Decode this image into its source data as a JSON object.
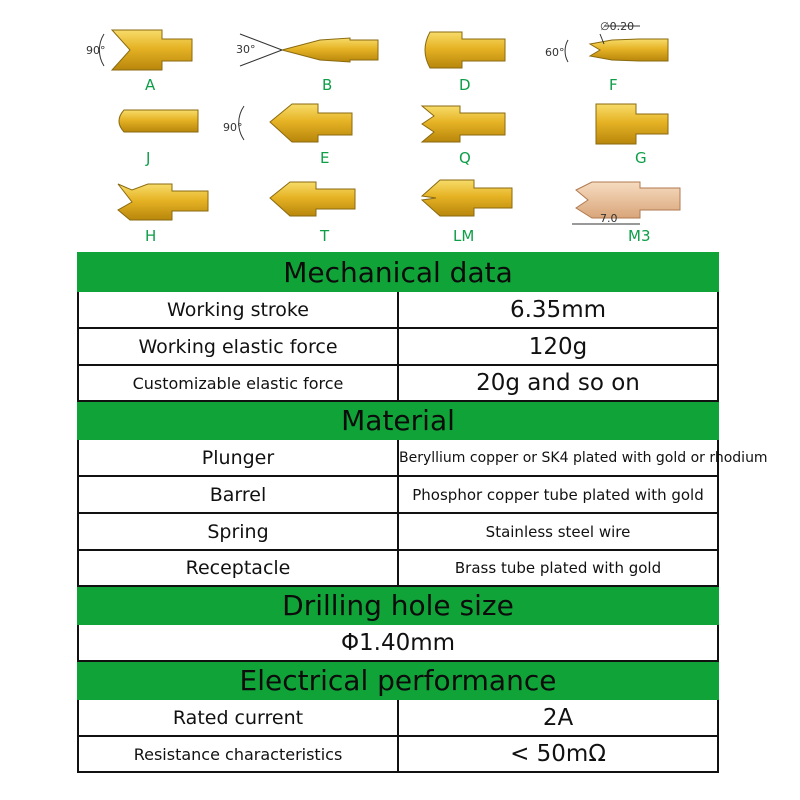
{
  "tips": [
    {
      "label": "A",
      "annotation": "90°"
    },
    {
      "label": "B",
      "annotation": "30°"
    },
    {
      "label": "D",
      "annotation": ""
    },
    {
      "label": "F",
      "annotation": "60°",
      "annotation2": "∅0.20"
    },
    {
      "label": "J",
      "annotation": ""
    },
    {
      "label": "E",
      "annotation": "90°"
    },
    {
      "label": "Q",
      "annotation": ""
    },
    {
      "label": "G",
      "annotation": ""
    },
    {
      "label": "H",
      "annotation": ""
    },
    {
      "label": "T",
      "annotation": ""
    },
    {
      "label": "LM",
      "annotation": ""
    },
    {
      "label": "M3",
      "annotation": "7.0"
    }
  ],
  "colors": {
    "label": "#0e9e48",
    "header": "#10a338",
    "gold": "#e0b020",
    "gold_dark": "#b88a10"
  },
  "sections": {
    "mechanical": {
      "title": "Mechanical data",
      "working_stroke": {
        "label": "Working stroke",
        "value": "6.35mm"
      },
      "working_force": {
        "label": "Working elastic force",
        "value": "120g"
      },
      "custom_force": {
        "label": "Customizable elastic force",
        "value": "20g and so on"
      }
    },
    "material": {
      "title": "Material",
      "plunger": {
        "label": "Plunger",
        "value": "Beryllium copper or SK4 plated with gold or rhodium"
      },
      "barrel": {
        "label": "Barrel",
        "value": "Phosphor copper tube plated with gold"
      },
      "spring": {
        "label": "Spring",
        "value": "Stainless steel wire"
      },
      "receptacle": {
        "label": "Receptacle",
        "value": "Brass tube plated with gold"
      }
    },
    "drilling": {
      "title": "Drilling hole size",
      "value": "Φ1.40mm"
    },
    "electrical": {
      "title": "Electrical performance",
      "rated_current": {
        "label": "Rated current",
        "value": "2A"
      },
      "resistance": {
        "label": "Resistance characteristics",
        "value": "< 50mΩ"
      }
    }
  }
}
